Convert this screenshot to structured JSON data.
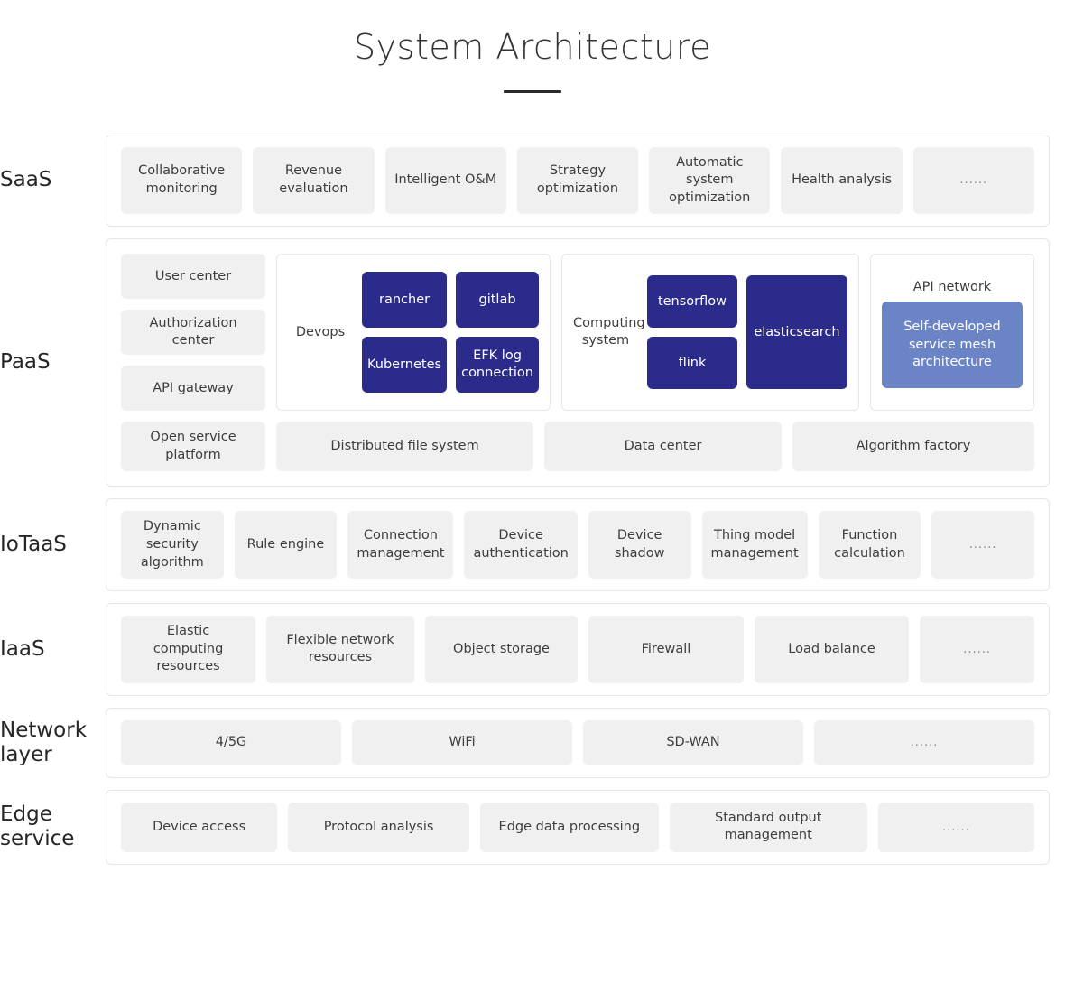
{
  "header": {
    "title": "System Architecture",
    "divider": true
  },
  "layers": {
    "saas": {
      "label": "SaaS",
      "items": [
        "Collaborative monitoring",
        "Revenue evaluation",
        "Intelligent O&M",
        "Strategy optimization",
        "Automatic system optimization",
        "Health analysis",
        "......"
      ]
    },
    "paas": {
      "label": "PaaS",
      "left_column": [
        "User center",
        "Authorization center",
        "API gateway"
      ],
      "devops": {
        "label": "Devops",
        "tiles": [
          "rancher",
          "gitlab",
          "Kubernetes",
          "EFK log connection"
        ]
      },
      "computing": {
        "label": "Computing system",
        "tiles_left": [
          "tensorflow",
          "flink"
        ],
        "tile_tall": "elasticsearch"
      },
      "api_network": {
        "title": "API network",
        "tile": "Self-developed service mesh architecture"
      },
      "bottom": [
        "Open service platform",
        "Distributed file system",
        "Data center",
        "Algorithm factory"
      ]
    },
    "iotaas": {
      "label": "IoTaaS",
      "items": [
        "Dynamic security algorithm",
        "Rule engine",
        "Connection management",
        "Device authentication",
        "Device shadow",
        "Thing model management",
        "Function calculation",
        "......"
      ]
    },
    "iaas": {
      "label": "IaaS",
      "items": [
        "Elastic computing resources",
        "Flexible network resources",
        "Object storage",
        "Firewall",
        "Load balance",
        "......"
      ]
    },
    "network": {
      "label": "Network layer",
      "items": [
        "4/5G",
        "WiFi",
        "SD-WAN",
        "......"
      ]
    },
    "edge": {
      "label": "Edge service",
      "items": [
        "Device access",
        "Protocol analysis",
        "Edge data processing",
        "Standard output management",
        "......"
      ]
    }
  },
  "colors": {
    "tile_dark_blue": "#2b2b8c",
    "tile_light_blue": "#6a84c6",
    "chip_gray": "#f0f0f0",
    "panel_border": "#e6e6e6",
    "text_dark": "#333333"
  }
}
